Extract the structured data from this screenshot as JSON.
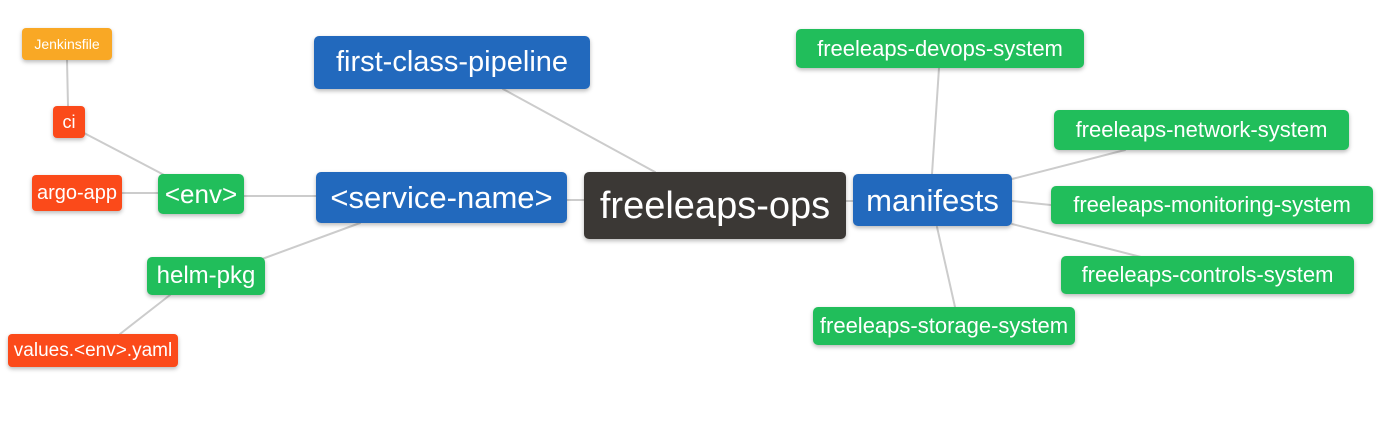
{
  "diagram": {
    "type": "mindmap",
    "root": "freeleaps-ops",
    "colors": {
      "root_node": "#3B3835",
      "primary_branch": "#2269BD",
      "secondary_branch": "#21BE5B",
      "leaf_red": "#FB4A1A",
      "leaf_orange": "#F9A825",
      "edge": "#CCCCCC",
      "node_text": "#FFFFFF",
      "background": "#FFFFFF"
    },
    "nodes": [
      {
        "id": "freeleaps-ops",
        "label": "freeleaps-ops",
        "level": "root"
      },
      {
        "id": "first-class-pipeline",
        "label": "first-class-pipeline",
        "level": "branch"
      },
      {
        "id": "service-name",
        "label": "<service-name>",
        "level": "branch"
      },
      {
        "id": "env",
        "label": "<env>",
        "level": "sub-branch"
      },
      {
        "id": "ci",
        "label": "ci",
        "level": "leaf"
      },
      {
        "id": "jenkinsfile",
        "label": "Jenkinsfile",
        "level": "leaf"
      },
      {
        "id": "argo-app",
        "label": "argo-app",
        "level": "leaf"
      },
      {
        "id": "helm-pkg",
        "label": "helm-pkg",
        "level": "sub-branch"
      },
      {
        "id": "values-env-yaml",
        "label": "values.<env>.yaml",
        "level": "leaf"
      },
      {
        "id": "manifests",
        "label": "manifests",
        "level": "branch"
      },
      {
        "id": "freeleaps-devops-system",
        "label": "freeleaps-devops-system",
        "level": "sub-branch"
      },
      {
        "id": "freeleaps-network-system",
        "label": "freeleaps-network-system",
        "level": "sub-branch"
      },
      {
        "id": "freeleaps-monitoring-system",
        "label": "freeleaps-monitoring-system",
        "level": "sub-branch"
      },
      {
        "id": "freeleaps-controls-system",
        "label": "freeleaps-controls-system",
        "level": "sub-branch"
      },
      {
        "id": "freeleaps-storage-system",
        "label": "freeleaps-storage-system",
        "level": "sub-branch"
      }
    ],
    "edges": [
      {
        "from": "freeleaps-ops",
        "to": "first-class-pipeline"
      },
      {
        "from": "freeleaps-ops",
        "to": "service-name"
      },
      {
        "from": "freeleaps-ops",
        "to": "manifests"
      },
      {
        "from": "service-name",
        "to": "env"
      },
      {
        "from": "service-name",
        "to": "helm-pkg"
      },
      {
        "from": "env",
        "to": "ci"
      },
      {
        "from": "env",
        "to": "argo-app"
      },
      {
        "from": "ci",
        "to": "jenkinsfile"
      },
      {
        "from": "helm-pkg",
        "to": "values-env-yaml"
      },
      {
        "from": "manifests",
        "to": "freeleaps-devops-system"
      },
      {
        "from": "manifests",
        "to": "freeleaps-network-system"
      },
      {
        "from": "manifests",
        "to": "freeleaps-monitoring-system"
      },
      {
        "from": "manifests",
        "to": "freeleaps-controls-system"
      },
      {
        "from": "manifests",
        "to": "freeleaps-storage-system"
      }
    ]
  }
}
